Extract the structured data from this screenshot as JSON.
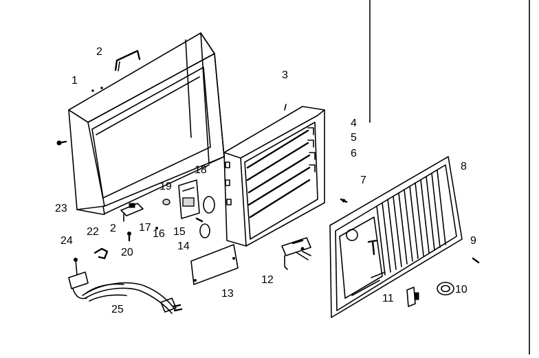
{
  "callouts": [
    {
      "id": "p1",
      "text": "1"
    },
    {
      "id": "p2",
      "text": "2"
    },
    {
      "id": "p3",
      "text": "3"
    },
    {
      "id": "p4",
      "text": "4"
    },
    {
      "id": "p5",
      "text": "5"
    },
    {
      "id": "p6",
      "text": "6"
    },
    {
      "id": "p7",
      "text": "7"
    },
    {
      "id": "p8",
      "text": "8"
    },
    {
      "id": "p9",
      "text": "9"
    },
    {
      "id": "p10",
      "text": "10"
    },
    {
      "id": "p11",
      "text": "11"
    },
    {
      "id": "p12",
      "text": "12"
    },
    {
      "id": "p13",
      "text": "13"
    },
    {
      "id": "p14",
      "text": "14"
    },
    {
      "id": "p15",
      "text": "15"
    },
    {
      "id": "p16",
      "text": "16"
    },
    {
      "id": "p17",
      "text": "17"
    },
    {
      "id": "p18",
      "text": "18"
    },
    {
      "id": "p19",
      "text": "19"
    },
    {
      "id": "p20",
      "text": "20"
    },
    {
      "id": "p21",
      "text": "2"
    },
    {
      "id": "p22",
      "text": "22"
    },
    {
      "id": "p23",
      "text": "23"
    },
    {
      "id": "p24",
      "text": "24"
    },
    {
      "id": "p25",
      "text": "25"
    }
  ],
  "parts": {
    "cabinet": "cabinet",
    "handle": "handle",
    "chassis": "chassis",
    "coils": "coils",
    "front_grille": "front-grille",
    "power_cord": "power-cord",
    "cover_plate": "cover-plate",
    "knob": "knob",
    "switch": "switch"
  }
}
